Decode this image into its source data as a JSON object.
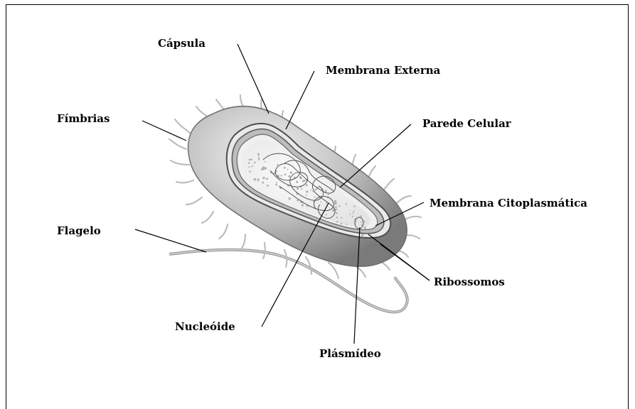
{
  "labels": {
    "capsula": "Cápsula",
    "membrana_externa": "Membrana Externa",
    "fimbrias": "Fímbrias",
    "parede_celular": "Parede Celular",
    "membrana_citoplasmatica": "Membrana Citoplasmática",
    "flagelo": "Flagelo",
    "ribossomos": "Ribossomos",
    "nucleoide": "Nucleóide",
    "plasmideo": "Plásmídeo"
  }
}
